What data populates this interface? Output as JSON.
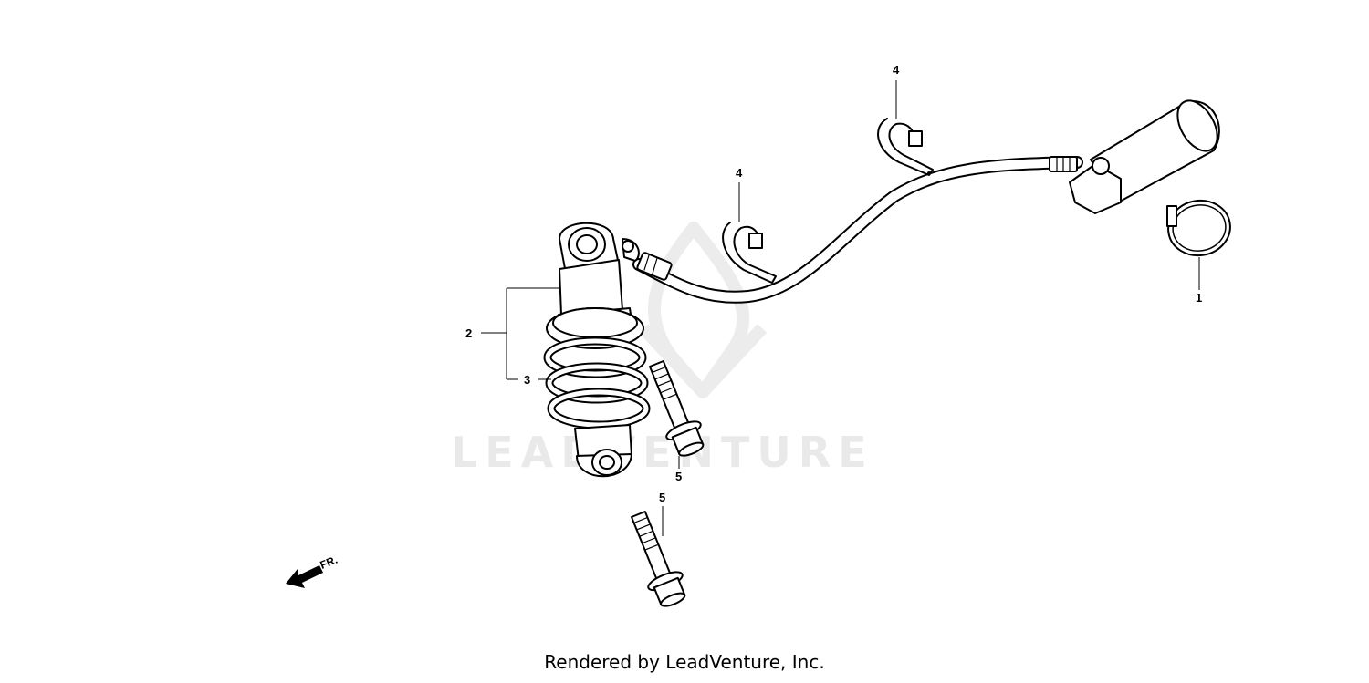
{
  "diagram": {
    "watermark_text": "LEADVENTURE",
    "direction_label": "FR.",
    "callouts": [
      {
        "id": "1",
        "label": "1",
        "part": "band"
      },
      {
        "id": "2",
        "label": "2",
        "part": "rear-cushion-assembly"
      },
      {
        "id": "3",
        "label": "3",
        "part": "spring"
      },
      {
        "id": "4a",
        "label": "4",
        "part": "clamp"
      },
      {
        "id": "4b",
        "label": "4",
        "part": "clamp"
      },
      {
        "id": "5a",
        "label": "5",
        "part": "flange-bolt"
      },
      {
        "id": "5b",
        "label": "5",
        "part": "flange-bolt"
      }
    ]
  },
  "footer": {
    "credit": "Rendered by LeadVenture, Inc."
  }
}
